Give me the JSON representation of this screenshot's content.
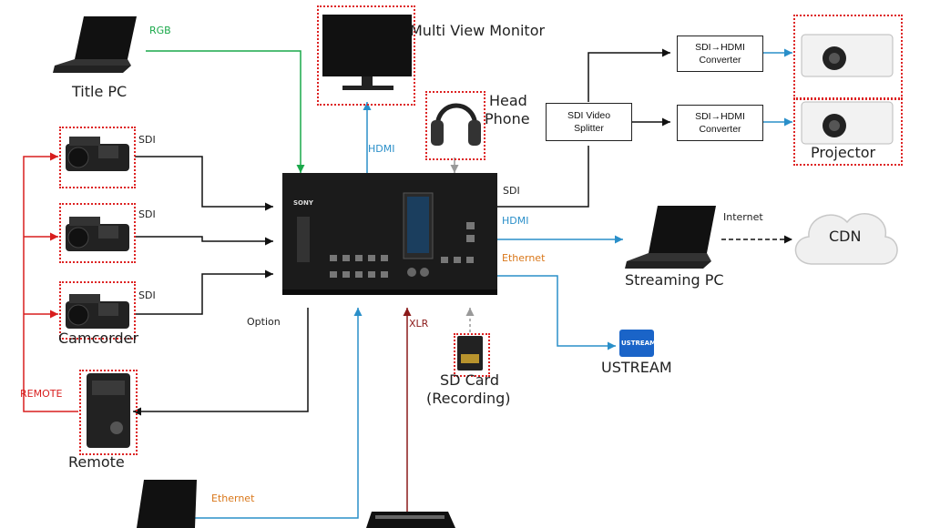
{
  "labels": {
    "title_pc": "Title PC",
    "multi_view": "Multi View Monitor",
    "head_phone_1": "Head",
    "head_phone_2": "Phone",
    "camcorder": "Camcorder",
    "remote": "Remote",
    "option": "Option",
    "sd_card_1": "SD Card",
    "sd_card_2": "(Recording)",
    "streaming_pc": "Streaming PC",
    "cdn": "CDN",
    "ustream": "USTREAM",
    "projector": "Projector"
  },
  "signals": {
    "rgb": "RGB",
    "sdi1": "SDI",
    "sdi2": "SDI",
    "sdi3": "SDI",
    "hdmi_monitor": "HDMI",
    "sdi_out": "SDI",
    "hdmi_out": "HDMI",
    "ethernet_out": "Ethernet",
    "internet": "Internet",
    "remote": "REMOTE",
    "xlr": "XLR",
    "ethernet_bottom": "Ethernet"
  },
  "boxes": {
    "splitter": "SDI Video\nSplitter",
    "converter1": "SDI→HDMI\nConverter",
    "converter2": "SDI→HDMI\nConverter"
  },
  "device": {
    "brand": "SONY",
    "ustream_logo": "USTREAM"
  },
  "colors": {
    "rgb_line": "#1aa84a",
    "camera_line": "#111111",
    "hdmi_line": "#2a8fc9",
    "ethernet_text": "#d9771a",
    "remote_line": "#d81e1e",
    "xlr_line": "#8b1a1a",
    "dotted_line": "#999999"
  }
}
